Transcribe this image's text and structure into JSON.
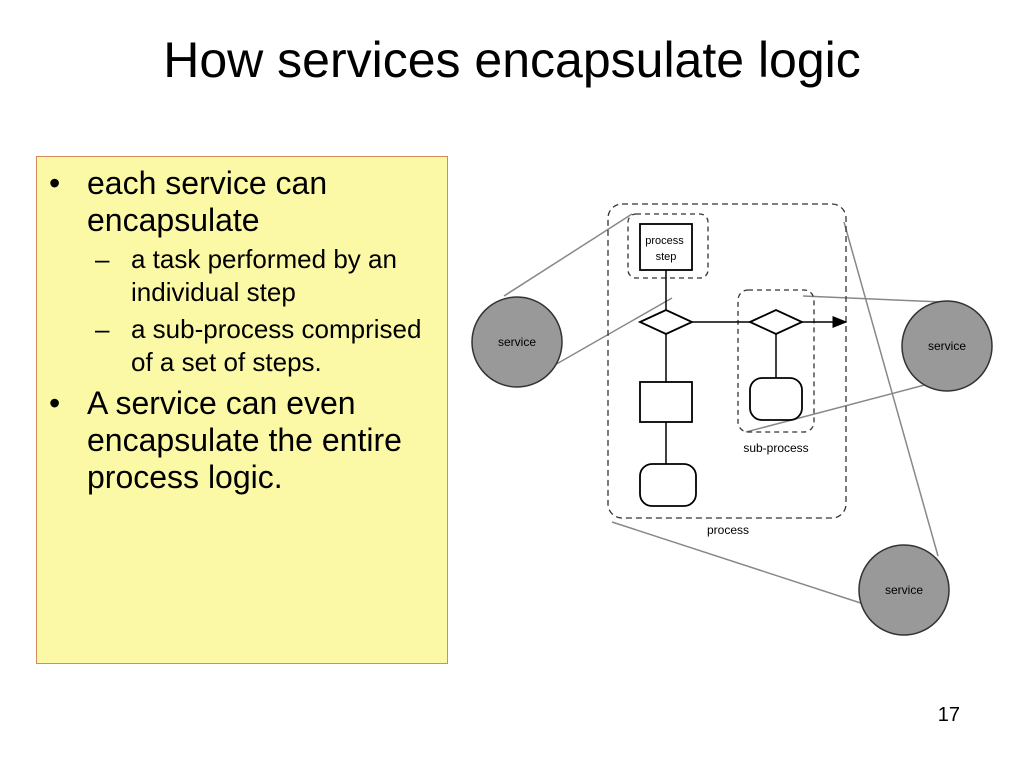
{
  "slide": {
    "title": "How services encapsulate logic",
    "page_number": "17"
  },
  "textbox": {
    "background": "#fbf9a6",
    "border_color": "#d98a5a",
    "bullets": [
      {
        "text": "each service can encapsulate",
        "subitems": [
          "a task performed by an individual step",
          "a sub-process comprised of a set of steps."
        ]
      },
      {
        "text": "A service can even encapsulate the entire process logic."
      }
    ]
  },
  "diagram": {
    "service_fill": "#999999",
    "process_step_label": "process step",
    "sub_process_label": "sub-process",
    "process_label": "process",
    "services": [
      "service",
      "service",
      "service"
    ]
  }
}
